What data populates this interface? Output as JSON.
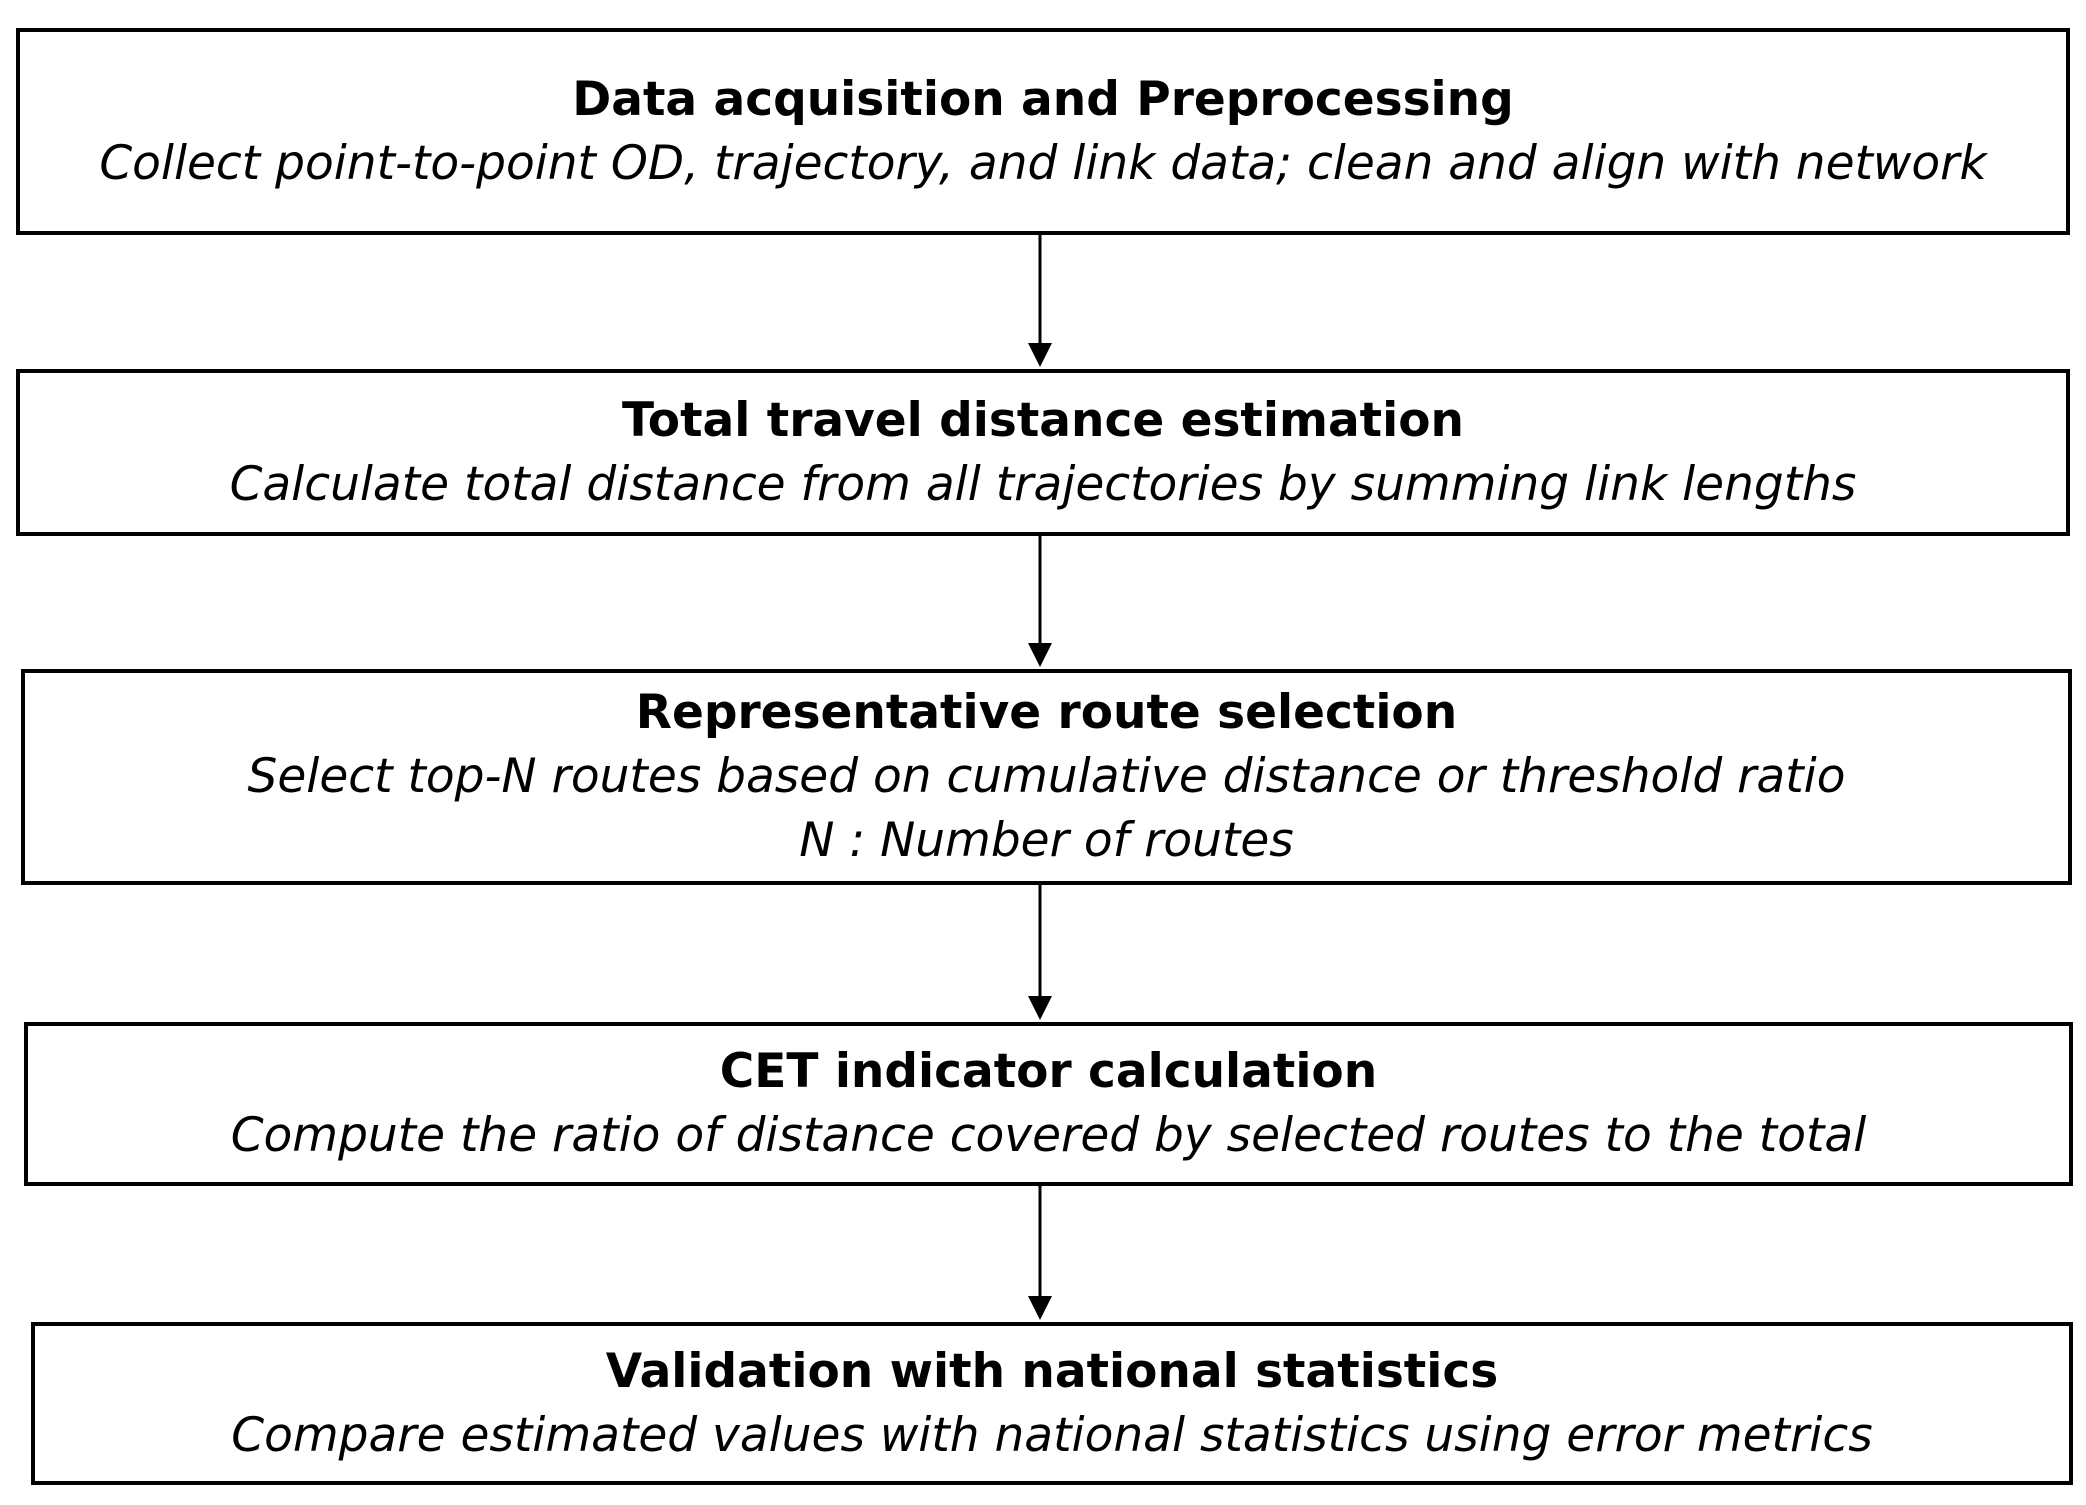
{
  "flowchart": {
    "steps": [
      {
        "title": "Data acquisition and Preprocessing",
        "description": "Collect point-to-point OD, trajectory, and link data; clean and align with network"
      },
      {
        "title": "Total travel distance estimation",
        "description": "Calculate total distance from all trajectories by summing link lengths"
      },
      {
        "title": "Representative route selection",
        "description": "Select top-N routes based on cumulative distance or threshold ratio",
        "note": "N : Number of routes"
      },
      {
        "title": "CET indicator calculation",
        "description": "Compute the ratio of distance covered by selected routes to the total"
      },
      {
        "title": "Validation with national statistics",
        "description": "Compare estimated values with national statistics using error metrics"
      }
    ]
  }
}
